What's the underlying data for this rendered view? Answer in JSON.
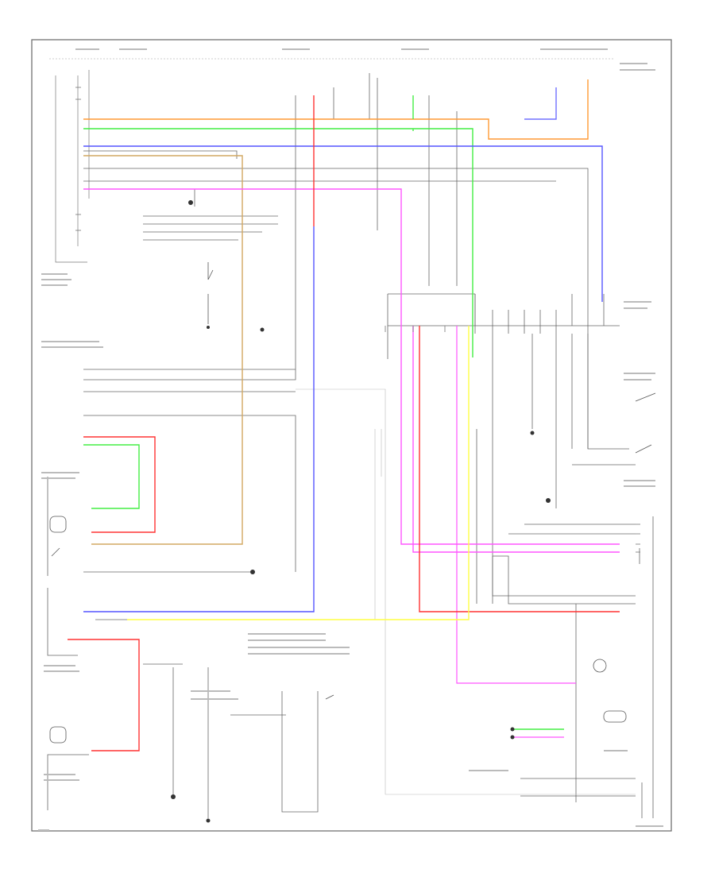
{
  "diagram": {
    "footer_left": "",
    "footer_right": "",
    "colors": {
      "frame": "#555555",
      "wire_black": "#555555",
      "wire_red": "#ff3333",
      "wire_pink": "#ff55ff",
      "wire_orange": "#ff9933",
      "wire_green": "#33ff33",
      "wire_blue": "#5555ff",
      "wire_yellow": "#ffff55",
      "wire_tan": "#c8a050",
      "wire_gray": "#aaaaaa",
      "wire_violet": "#8080ff"
    },
    "icons": [
      "ground-symbol",
      "switch-symbol",
      "motor-symbol",
      "lamp-symbol"
    ]
  }
}
